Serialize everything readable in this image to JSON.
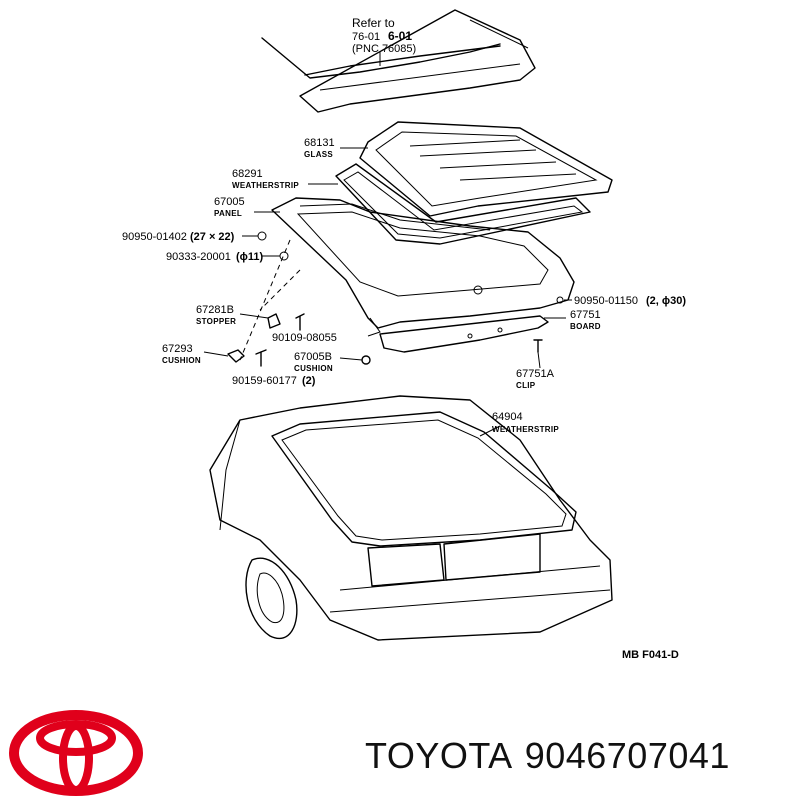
{
  "reference": {
    "refer_to": "Refer to",
    "code_a": "76-01",
    "code_b": "6-01",
    "pnc": "(PNC 76085)"
  },
  "parts": [
    {
      "number": "68131",
      "name": "GLASS"
    },
    {
      "number": "68291",
      "name": "WEATHERSTRIP"
    },
    {
      "number": "67005",
      "name": "PANEL"
    },
    {
      "number": "90950-01402",
      "spec": "(27 × 22)"
    },
    {
      "number": "90333-20001",
      "spec": "(ϕ11)"
    },
    {
      "number": "90950-01150",
      "spec": "(2, ϕ30)"
    },
    {
      "number": "67751",
      "name": "BOARD"
    },
    {
      "number": "67281B",
      "name": "STOPPER"
    },
    {
      "number": "90109-08055"
    },
    {
      "number": "67293",
      "name": "CUSHION"
    },
    {
      "number": "67005B",
      "name": "CUSHION"
    },
    {
      "number": "90159-60177",
      "spec": "(2)"
    },
    {
      "number": "67751A",
      "name": "CLIP"
    },
    {
      "number": "64904",
      "name": "WEATHERSTRIP"
    }
  ],
  "figure_code": "MB  F041-D",
  "footer": {
    "brand": "TOYOTA",
    "part_number": "9046707041"
  },
  "colors": {
    "logo_red": "#e0001b",
    "line": "#000000"
  }
}
